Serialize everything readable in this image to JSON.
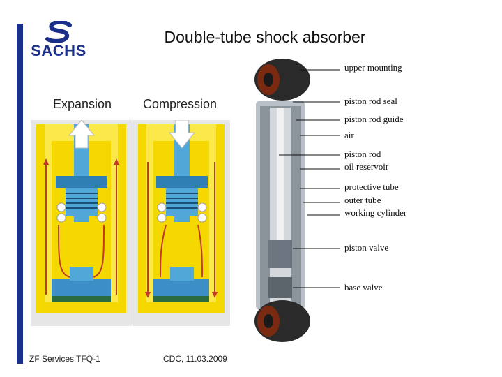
{
  "title": "Double-tube shock absorber",
  "logo": {
    "text": "SACHS"
  },
  "panels": {
    "expansion_label": "Expansion",
    "compression_label": "Compression"
  },
  "callouts": {
    "upper_mounting": "upper mounting",
    "piston_rod_seal": "piston rod seal",
    "piston_rod_guide": "piston rod guide",
    "air": "air",
    "piston_rod": "piston rod",
    "oil_reservoir": "oil reservoir",
    "protective_tube": "protective tube",
    "outer_tube": "outer tube",
    "working_cylinder": "working cylinder",
    "piston_valve": "piston valve",
    "base_valve": "base valve"
  },
  "footer": {
    "left": "ZF Services TFQ-1",
    "center": "CDC, 11.03.2009"
  },
  "colors": {
    "brand_blue": "#1a2f8a",
    "oil_yellow": "#f5d800",
    "cylinder_blue": "#4fa8d8",
    "flow_red": "#c0392b",
    "bushing_brown": "#7a2a10"
  }
}
